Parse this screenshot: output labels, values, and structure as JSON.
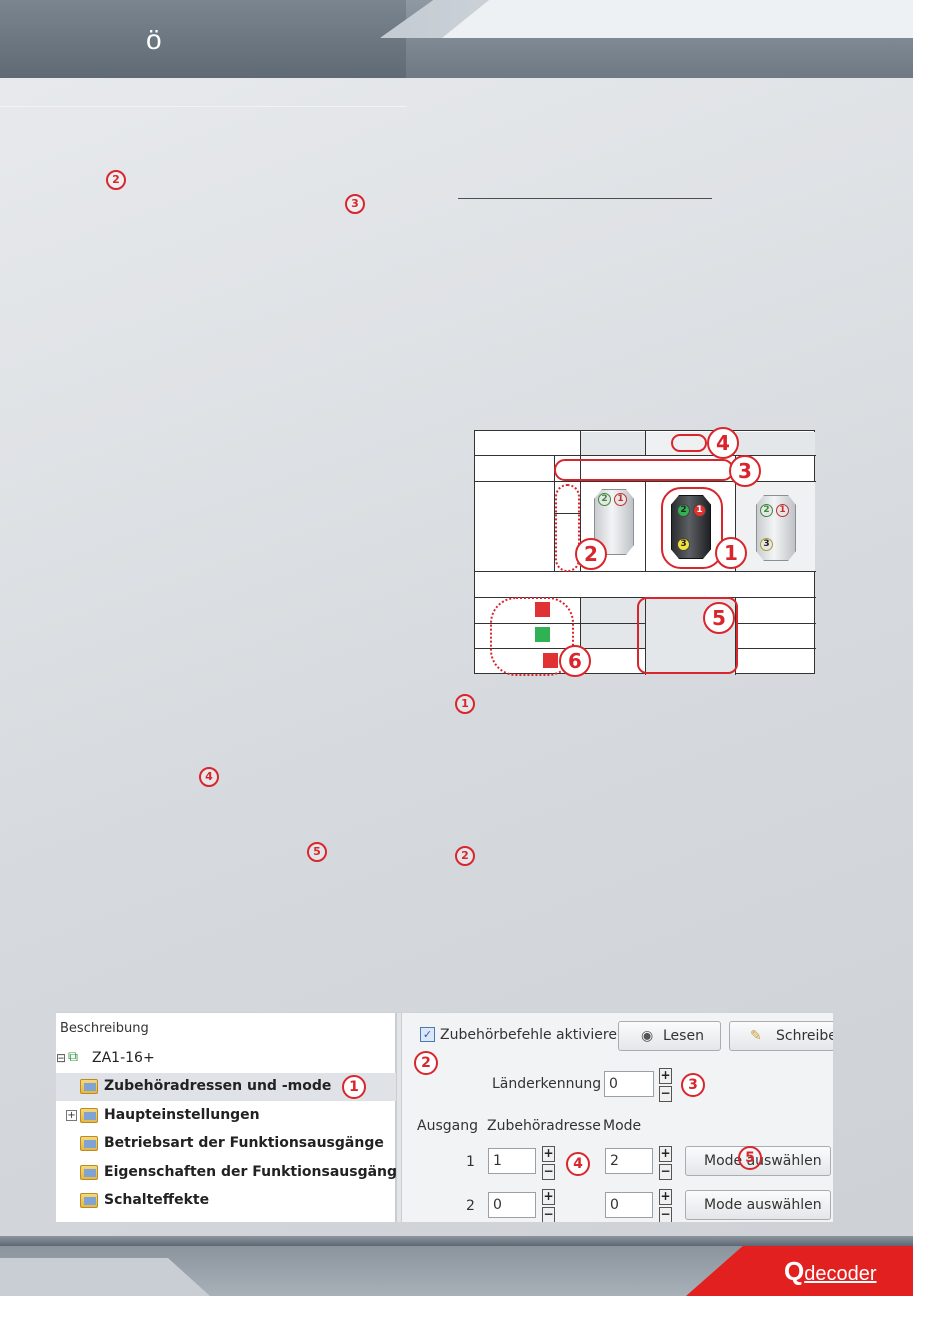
{
  "header": {
    "title": "ö"
  },
  "page_markers": {
    "left_1": "2",
    "left_2": "3",
    "left_3": "4",
    "left_4": "5",
    "right_1": "1",
    "right_2": "2"
  },
  "diagram_markers": {
    "m1": "1",
    "m2": "2",
    "m3": "3",
    "m4": "4",
    "m5": "5",
    "m6": "6"
  },
  "signal_lamps": {
    "s1": [
      "2",
      "1"
    ],
    "s2": [
      "2",
      "1",
      "3"
    ],
    "s3": [
      "2",
      "1",
      "3"
    ]
  },
  "colors": {
    "accent_red": "#d8262c",
    "square_red": "#e03232",
    "square_green": "#2fb154",
    "brand_red": "#e2201f"
  },
  "software": {
    "tree": {
      "column_header": "Beschreibung",
      "root": "ZA1-16+",
      "items": [
        {
          "label": "Zubehöradressen und -mode",
          "selected": true
        },
        {
          "label": "Haupteinstellungen",
          "expandable": true
        },
        {
          "label": "Betriebsart der Funktionsausgänge"
        },
        {
          "label": "Eigenschaften der Funktionsausgänge"
        },
        {
          "label": "Schalteffekte"
        }
      ]
    },
    "panel": {
      "checkbox_label": "Zubehörbefehle aktivieren",
      "checkbox_checked": true,
      "read_button": "Lesen",
      "write_button": "Schreiben",
      "country_label": "Länderkennung",
      "country_value": "0",
      "col_output": "Ausgang",
      "col_address": "Zubehöradresse",
      "col_mode": "Mode",
      "rows": [
        {
          "output": "1",
          "address": "1",
          "mode": "2",
          "button": "Mode auswählen"
        },
        {
          "output": "2",
          "address": "0",
          "mode": "0",
          "button": "Mode auswählen"
        }
      ],
      "markers": {
        "m1": "1",
        "m2": "2",
        "m3": "3",
        "m4": "4",
        "m5": "5"
      }
    }
  },
  "footer": {
    "logo_q": "Q",
    "logo_rest": "decoder"
  }
}
